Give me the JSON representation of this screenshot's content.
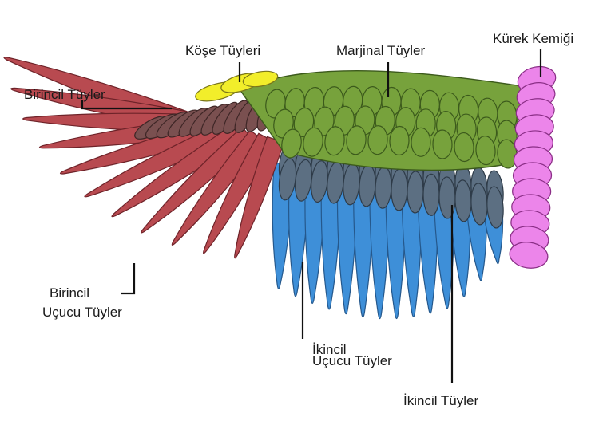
{
  "diagram": {
    "labels": {
      "kose": "Köşe Tüyleri",
      "marjinal": "Marjinal Tüyler",
      "kurek": "Kürek Kemiği",
      "birincil": "Birincil  Tüyler",
      "birincil_ucucu_1": "Birincil",
      "birincil_ucucu_2": "Uçucu Tüyler",
      "ikincil_ucucu_1": "İkincil",
      "ikincil_ucucu_2": "Uçucu Tüyler",
      "ikincil": "İkincil Tüyler"
    },
    "colors": {
      "primary_flight": "#b84a50",
      "primary_coverts": "#7a5050",
      "alula": "#f2ee2a",
      "marginal": "#77a23c",
      "secondary_coverts": "#5c6f82",
      "secondary_flight": "#3e8fd8",
      "scapulars": "#ec85ea",
      "outline": "#3a2a2a"
    }
  }
}
